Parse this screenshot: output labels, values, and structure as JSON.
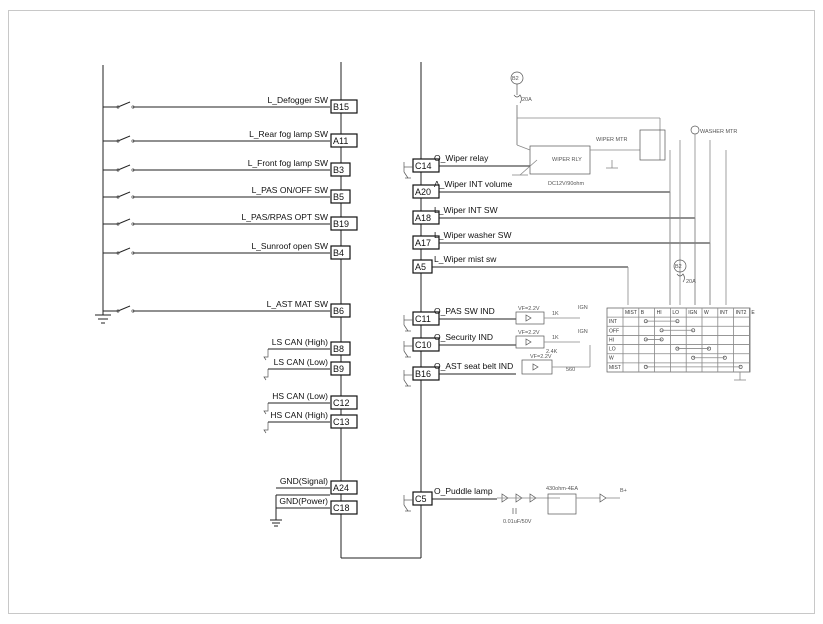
{
  "left_pins": [
    {
      "pin": "B15",
      "label": "L_Defogger SW"
    },
    {
      "pin": "A11",
      "label": "L_Rear fog lamp SW"
    },
    {
      "pin": "B3",
      "label": "L_Front fog lamp SW"
    },
    {
      "pin": "B5",
      "label": "L_PAS ON/OFF SW"
    },
    {
      "pin": "B19",
      "label": "L_PAS/RPAS OPT SW"
    },
    {
      "pin": "B4",
      "label": "L_Sunroof open SW"
    },
    {
      "pin": "B6",
      "label": "L_AST MAT SW"
    },
    {
      "pin": "B8",
      "label": "LS CAN (High)"
    },
    {
      "pin": "B9",
      "label": "LS CAN (Low)"
    },
    {
      "pin": "C12",
      "label": "HS CAN (Low)"
    },
    {
      "pin": "C13",
      "label": "HS CAN (High)"
    },
    {
      "pin": "A24",
      "label": "GND(Signal)"
    },
    {
      "pin": "C18",
      "label": "GND(Power)"
    }
  ],
  "right_pins": [
    {
      "pin": "C14",
      "label": "O_Wiper relay"
    },
    {
      "pin": "A20",
      "label": "A_Wiper INT volume"
    },
    {
      "pin": "A18",
      "label": "L_Wiper INT SW"
    },
    {
      "pin": "A17",
      "label": "L_Wiper washer SW"
    },
    {
      "pin": "A5",
      "label": "L_Wiper mist sw"
    },
    {
      "pin": "C11",
      "label": "O_PAS SW IND"
    },
    {
      "pin": "C10",
      "label": "O_Security IND"
    },
    {
      "pin": "B16",
      "label": "O_AST seat belt IND"
    },
    {
      "pin": "C5",
      "label": "O_Puddle lamp"
    }
  ],
  "components": {
    "fuse_top": "20A",
    "b_plus_top": "B2",
    "wiper_mtr": "WIPER MTR",
    "wiper_rly": "WIPER RLY",
    "relay_spec": "DC12V/90ohm",
    "washer_mtr": "WASHER MTR",
    "fuse_mid": "20A",
    "b_plus_mid": "B2",
    "r_val_1": "1K",
    "r_val_2": "1K",
    "r_val_3": "560",
    "led_1": "VF=2.2V",
    "led_2": "VF=2.2V",
    "led_3": "VF=2.2V",
    "ign_1": "IGN",
    "ign_2": "IGN",
    "r_val_4": "2.4K",
    "cap_spec": "0.01uF/50V",
    "res_spec": "430ohm-4EA",
    "batt": "B+"
  },
  "switch_table": {
    "headers": [
      "MIST",
      "B",
      "HI",
      "LO",
      "IGN",
      "W",
      "INT",
      "INT2",
      "E"
    ],
    "rows": [
      "INT",
      "OFF",
      "HI",
      "LO",
      "W",
      "MIST"
    ]
  }
}
